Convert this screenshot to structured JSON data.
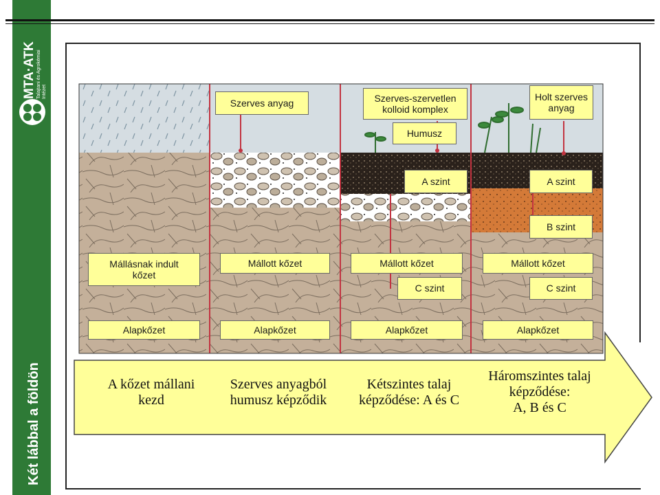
{
  "brand": {
    "name": "MTA·ATK",
    "institute_line1": "Talajtani és Agrokémiai",
    "institute_line2": "Intézet",
    "slogan": "Két lábbal a földön"
  },
  "colors": {
    "brand_green": "#2e7a36",
    "label_fill": "#ffff99",
    "arrow_fill": "#ffff99",
    "sky": "#d5dde2",
    "rain": "#7f95a3",
    "humus": "#1c1511",
    "b_horizon": "#d47a38",
    "weathered": "#c4b09a",
    "bedrock": "#b7a895",
    "plant_green": "#3c8a3c",
    "root_red": "#c23340"
  },
  "labels": {
    "szerves_anyag": "Szerves anyag",
    "kolloid": "Szerves-szervetlen\nkolloid komplex",
    "holt": "Holt szerves\nanyag",
    "humusz": "Humusz",
    "a_szint_3": "A szint",
    "a_szint_4": "A szint",
    "b_szint": "B szint",
    "mallasnak": "Mállásnak indult\nkőzet",
    "mallott_2": "Mállott kőzet",
    "mallott_3": "Mállott kőzet",
    "mallott_4": "Mállott kőzet",
    "c_szint_3": "C szint",
    "c_szint_4": "C szint",
    "alapkozet_1": "Alapkőzet",
    "alapkozet_2": "Alapkőzet",
    "alapkozet_3": "Alapkőzet",
    "alapkozet_4": "Alapkőzet"
  },
  "stages": {
    "s1": "A kőzet mállani\nkezd",
    "s2": "Szerves anyagból\nhumusz képződik",
    "s3": "Kétszintes talaj\nképződése: A és C",
    "s4": "Háromszintes talaj\nképződése:\nA, B és C"
  }
}
